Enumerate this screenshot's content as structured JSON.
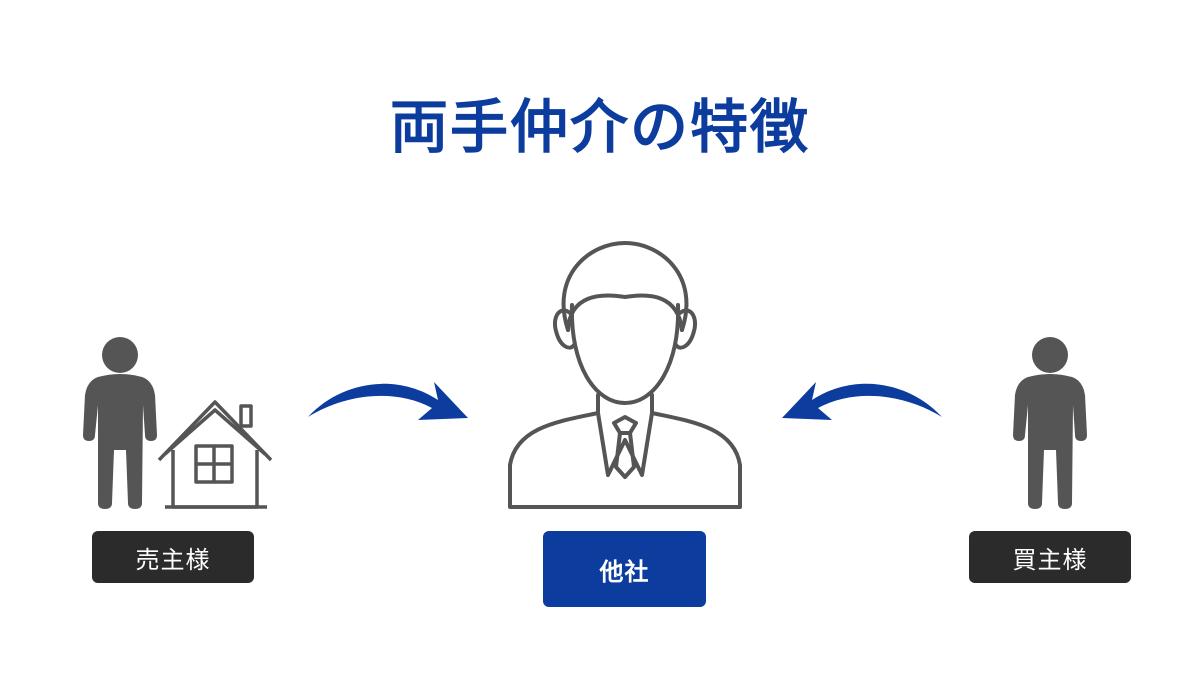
{
  "title": "両手仲介の特徴",
  "colors": {
    "title": "#0b3c9e",
    "accent": "#0b3c9e",
    "person": "#555555",
    "label_dark": "#2b2b2b"
  },
  "seller": {
    "label": "売主様",
    "icons": [
      "person-icon",
      "house-icon"
    ]
  },
  "agent": {
    "label": "他社",
    "icon": "agent-icon"
  },
  "buyer": {
    "label": "買主様",
    "icon": "person-icon"
  },
  "arrows": [
    {
      "name": "seller-to-agent-arrow",
      "direction": "right"
    },
    {
      "name": "buyer-to-agent-arrow",
      "direction": "left"
    }
  ]
}
